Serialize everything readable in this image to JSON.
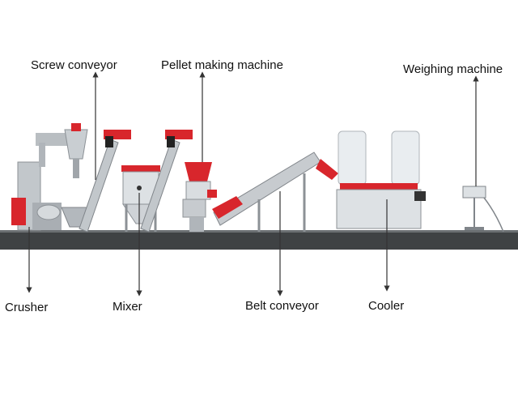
{
  "labels": {
    "screw_conveyor": "Screw conveyor",
    "pellet_making_machine": "Pellet making machine",
    "weighing_machine": "Weighing machine",
    "crusher": "Crusher",
    "mixer": "Mixer",
    "belt_conveyor": "Belt conveyor",
    "cooler": "Cooler"
  },
  "colors": {
    "accent_red": "#d8262c",
    "machine_grey": "#9aa0a6",
    "floor_dark": "#3f4244",
    "arrow": "#333333",
    "bag_white": "#e9edf0"
  }
}
